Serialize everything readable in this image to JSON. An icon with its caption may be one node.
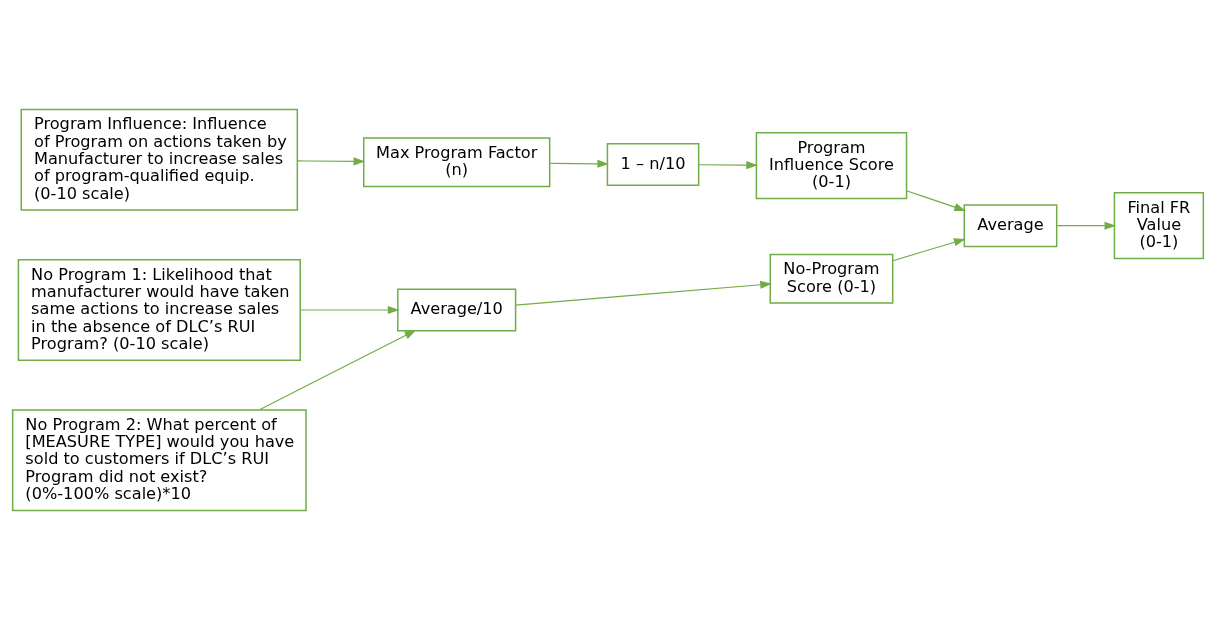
{
  "diagram": {
    "nodes": [
      {
        "text": [
          "Program Influence: Influence of Program on actions taken by Manufacturer to increase sales of program-qualified equip. (0-10 scale)"
        ]
      },
      {
        "text": [
          "Max Program Factor (n)"
        ]
      },
      {
        "text": [
          "1 – n/10"
        ]
      },
      {
        "text": [
          "Program Influence Score (0-1)"
        ]
      },
      {
        "text": [
          "Average"
        ]
      },
      {
        "text": [
          "Final FR Value (0-1)"
        ]
      },
      {
        "text": [
          "No Program 1: Likelihood that manufacturer would have taken same actions to increase sales in the absence of DLC’s RUI Program? (0-10 scale)"
        ]
      },
      {
        "text": [
          "No Program 2: What percent of [MEASURE TYPE] would you have sold to customers if DLC’s RUI Program did not exist? (0%-100% scale)*10"
        ]
      },
      {
        "text": [
          "Average/10"
        ]
      },
      {
        "text": [
          "No-Program Score (0-1)"
        ]
      }
    ],
    "edges": [
      {
        "from": 0,
        "to": 1,
        "arrow": "to"
      },
      {
        "from": 1,
        "to": 2,
        "arrow": "to"
      },
      {
        "from": 2,
        "to": 3,
        "arrow": "to"
      },
      {
        "from": 3,
        "to": 4,
        "arrow": "to"
      },
      {
        "from": 4,
        "to": 5,
        "arrow": "to"
      },
      {
        "from": 6,
        "to": 8,
        "arrow": "to"
      },
      {
        "from": 7,
        "to": 8,
        "arrow": "to"
      },
      {
        "from": 8,
        "to": 9,
        "arrow": "to"
      },
      {
        "from": 9,
        "to": 4,
        "arrow": "to"
      }
    ]
  }
}
